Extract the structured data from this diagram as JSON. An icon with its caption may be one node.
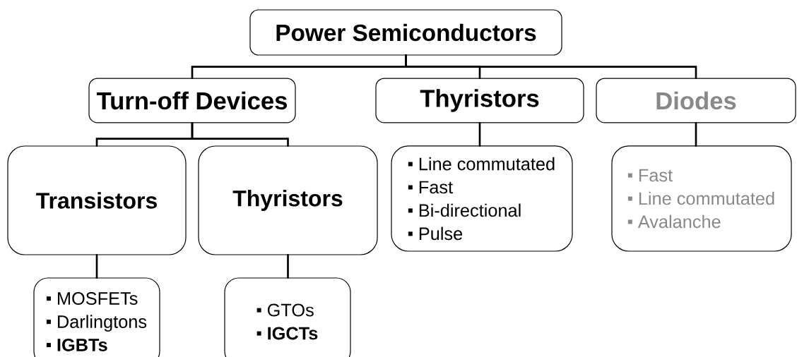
{
  "diagram": {
    "nodes": [
      {
        "text": [
          "Power Semiconductors"
        ]
      },
      {
        "text": [
          "Turn-off Devices"
        ]
      },
      {
        "text": [
          "Thyristors"
        ]
      },
      {
        "text": [
          "Diodes"
        ]
      },
      {
        "text": [
          "Transistors"
        ]
      },
      {
        "text": [
          "Thyristors"
        ]
      },
      {
        "text": [
          "Line commutated",
          "Fast",
          "Bi-directional",
          "Pulse"
        ]
      },
      {
        "text": [
          "Fast",
          "Line commutated",
          "Avalanche"
        ]
      },
      {
        "text": [
          "MOSFETs",
          "Darlingtons",
          "**IGBTs**"
        ]
      },
      {
        "text": [
          "GTOs",
          "**IGCTs**"
        ]
      }
    ],
    "edges": [
      {
        "from": 0,
        "to": 1,
        "arrow": "none"
      },
      {
        "from": 0,
        "to": 2,
        "arrow": "none"
      },
      {
        "from": 0,
        "to": 3,
        "arrow": "none"
      },
      {
        "from": 1,
        "to": 4,
        "arrow": "none"
      },
      {
        "from": 1,
        "to": 5,
        "arrow": "none"
      },
      {
        "from": 2,
        "to": 6,
        "arrow": "none"
      },
      {
        "from": 3,
        "to": 7,
        "arrow": "none"
      },
      {
        "from": 4,
        "to": 8,
        "arrow": "none"
      },
      {
        "from": 5,
        "to": 9,
        "arrow": "none"
      }
    ]
  }
}
